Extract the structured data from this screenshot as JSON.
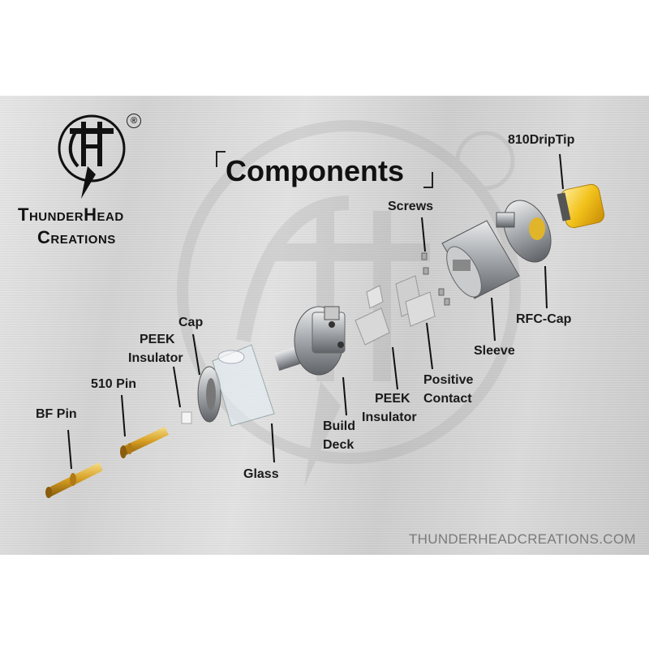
{
  "brand": {
    "name_line1": "ThunderHead",
    "name_line2": "Creations",
    "registered_mark": "®",
    "website": "THUNDERHEADCREATIONS.COM"
  },
  "title": "Components",
  "labels": {
    "drip_tip": "810DripTip",
    "screws": "Screws",
    "rfc_cap": "RFC-Cap",
    "sleeve": "Sleeve",
    "positive_contact_1": "Positive",
    "positive_contact_2": "Contact",
    "peek_insulator_mid_1": "PEEK",
    "peek_insulator_mid_2": "Insulator",
    "build_deck_1": "Build",
    "build_deck_2": "Deck",
    "glass": "Glass",
    "cap": "Cap",
    "peek_insulator_left_1": "PEEK",
    "peek_insulator_left_2": "Insulator",
    "pin_510": "510 Pin",
    "bf_pin": "BF Pin"
  },
  "colors": {
    "gold": "#e0a92a",
    "drip_tip_yellow": "#f2c21b",
    "steel": "#b9bcbf",
    "text": "#1a1a1a"
  }
}
